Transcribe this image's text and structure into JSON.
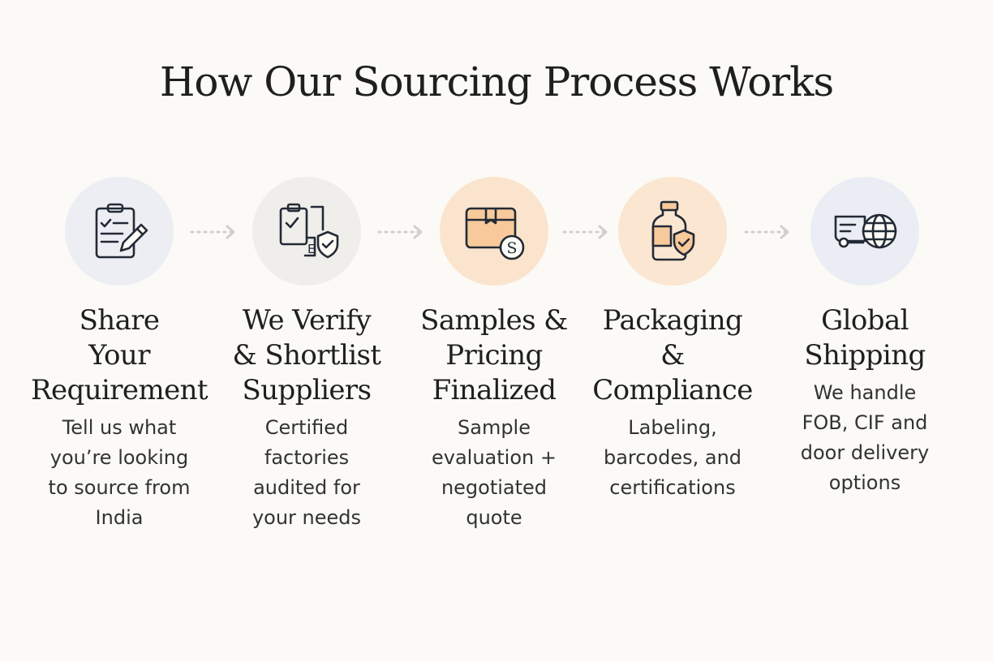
{
  "title": "How Our Sourcing Process Works",
  "steps": [
    {
      "title_lines": [
        "Share",
        "Your",
        "Requirement"
      ],
      "description_lines": [
        "Tell us what",
        "you’re looking",
        "to source from",
        "India"
      ],
      "icon": "clipboard-pencil-icon",
      "circle_color": "#eceef3"
    },
    {
      "title_lines": [
        "We Verify",
        "& Shortlist",
        "Suppliers"
      ],
      "description_lines": [
        "Certified",
        "factories",
        "audited for",
        "your needs"
      ],
      "icon": "clipboard-shield-icon",
      "circle_color": "#efeeea"
    },
    {
      "title_lines": [
        "Samples &",
        "Pricing",
        "Finalized"
      ],
      "description_lines": [
        "Sample",
        "evaluation +",
        "negotiated",
        "quote"
      ],
      "icon": "box-dollar-icon",
      "icon_label": "S",
      "circle_color": "#fbe4cd"
    },
    {
      "title_lines": [
        "Packaging",
        "& Compliance"
      ],
      "description_lines": [
        "Labeling,",
        "barcodes, and",
        "certifications"
      ],
      "icon": "bottle-shield-icon",
      "circle_color": "#fbe6d1"
    },
    {
      "title_lines": [
        "Global",
        "Shipping"
      ],
      "description_lines": [
        "We handle",
        "FOB, CIF and",
        "door delivery",
        "options"
      ],
      "icon": "truck-globe-icon",
      "circle_color": "#eaedf3"
    }
  ],
  "accent_colors": {
    "orange": "#f8c99b",
    "ink": "#232a36",
    "arrow": "#cfcfcf"
  }
}
